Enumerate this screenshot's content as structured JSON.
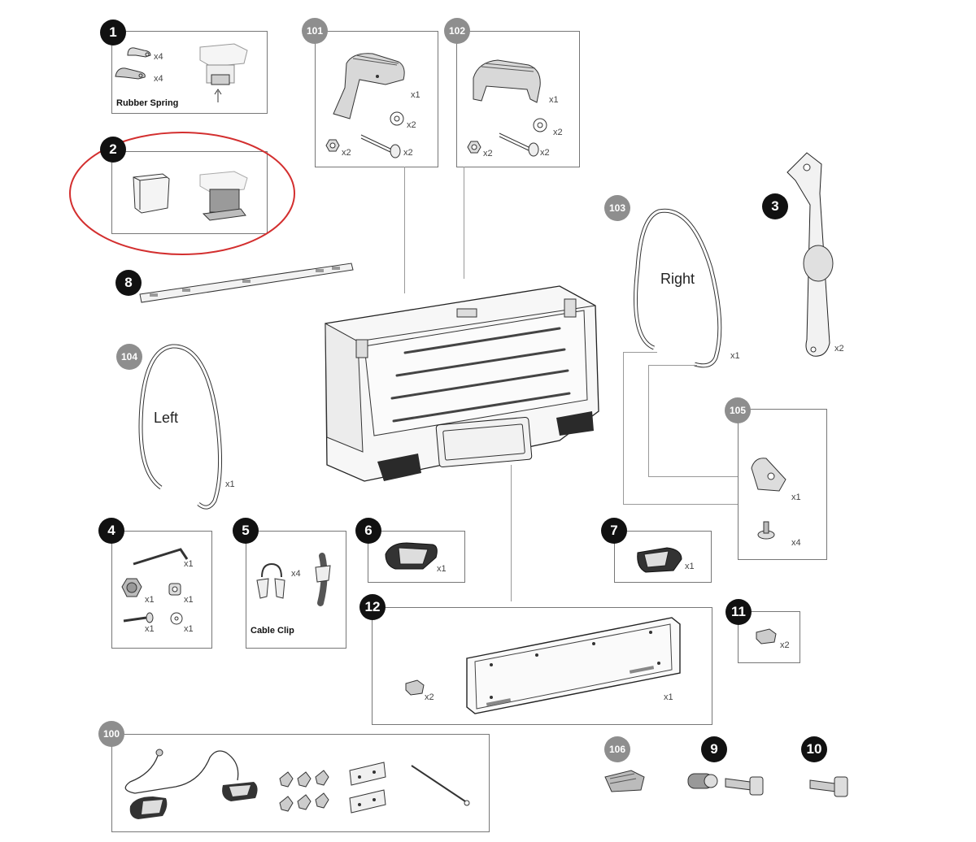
{
  "badges": {
    "b1": "1",
    "b2": "2",
    "b3": "3",
    "b4": "4",
    "b5": "5",
    "b6": "6",
    "b7": "7",
    "b8": "8",
    "b9": "9",
    "b10": "10",
    "b11": "11",
    "b12": "12",
    "b100": "100",
    "b101": "101",
    "b102": "102",
    "b103": "103",
    "b104": "104",
    "b105": "105",
    "b106": "106"
  },
  "labels": {
    "rubber_spring": "Rubber Spring",
    "cable_clip": "Cable Clip",
    "right": "Right",
    "left": "Left"
  },
  "quantities": {
    "p1_a": "x4",
    "p1_b": "x4",
    "p101_cover": "x1",
    "p101_washer": "x2",
    "p101_nut": "x2",
    "p101_bolt": "x2",
    "p102_cover": "x1",
    "p102_washer": "x2",
    "p102_nut": "x2",
    "p102_bolt": "x2",
    "p103": "x1",
    "p3": "x2",
    "p104": "x1",
    "p105_cover": "x1",
    "p105_screw": "x4",
    "p4_key": "x1",
    "p4_knob": "x1",
    "p4_spacer": "x1",
    "p4_bolt": "x1",
    "p4_washer": "x1",
    "p5_clip": "x4",
    "p6": "x1",
    "p7": "x1",
    "p11": "x2",
    "p12_clip": "x2",
    "p12_plate": "x1"
  },
  "colors": {
    "highlight_ellipse": "#d32f2f",
    "badge_black": "#111111",
    "badge_grey": "#8e8e8e"
  }
}
